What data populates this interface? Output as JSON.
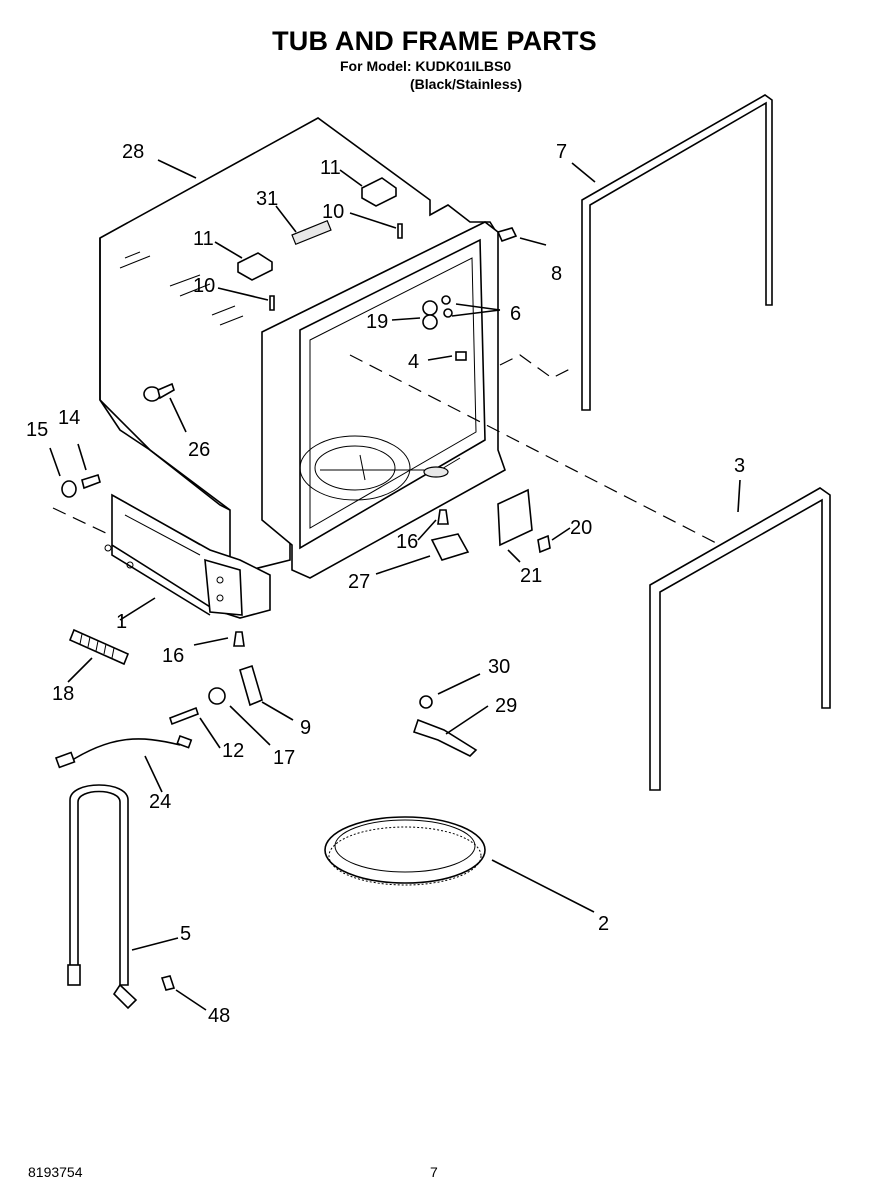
{
  "header": {
    "title": "TUB AND FRAME PARTS",
    "model_line": "For Model: KUDK01ILBS0",
    "variant_line": "(Black/Stainless)"
  },
  "footer": {
    "doc_number": "8193754",
    "page_number": "7"
  },
  "callouts": {
    "c1": "1",
    "c2": "2",
    "c3": "3",
    "c4": "4",
    "c5": "5",
    "c6": "6",
    "c7": "7",
    "c8": "8",
    "c9": "9",
    "c10a": "10",
    "c10b": "10",
    "c11a": "11",
    "c11b": "11",
    "c12": "12",
    "c14": "14",
    "c15": "15",
    "c16a": "16",
    "c16b": "16",
    "c17": "17",
    "c18": "18",
    "c19": "19",
    "c20": "20",
    "c21": "21",
    "c24": "24",
    "c26": "26",
    "c27": "27",
    "c28": "28",
    "c29": "29",
    "c30": "30",
    "c31": "31",
    "c48": "48"
  }
}
